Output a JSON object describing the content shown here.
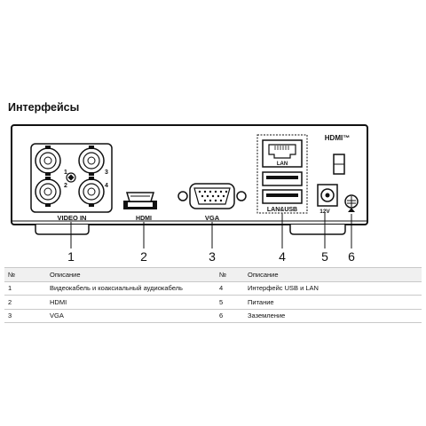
{
  "heading": "Интерфейсы",
  "panel": {
    "hdmi_logo": "HDMI™",
    "video_in_label": "VIDEO IN",
    "hdmi_label": "HDMI",
    "vga_label": "VGA",
    "lan_usb_label": "LAN&USB",
    "power_label": "12V",
    "lan_port_label": "LAN",
    "bnc_numbers": [
      "1",
      "2",
      "3",
      "4"
    ]
  },
  "callouts": [
    "1",
    "2",
    "3",
    "4",
    "5",
    "6"
  ],
  "table": {
    "headers": [
      "№",
      "Описание",
      "№",
      "Описание"
    ],
    "rows": [
      [
        "1",
        "Видеокабель и коаксиальный аудиокабель",
        "4",
        "Интерфейс USB и LAN"
      ],
      [
        "2",
        "HDMI",
        "5",
        "Питание"
      ],
      [
        "3",
        "VGA",
        "6",
        "Заземление"
      ]
    ]
  }
}
